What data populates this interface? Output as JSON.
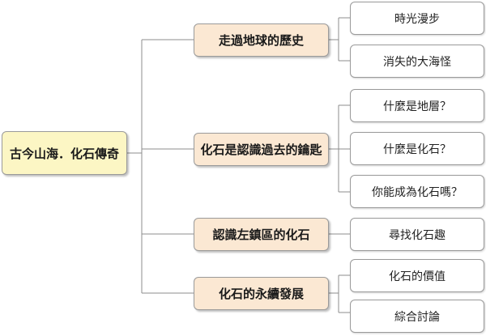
{
  "root": {
    "label": "古今山海．化石傳奇"
  },
  "branches": [
    {
      "label": "走過地球的歷史",
      "children": [
        "時光漫步",
        "消失的大海怪"
      ]
    },
    {
      "label": "化石是認識過去的鑰匙",
      "children": [
        "什麼是地層？",
        "什麼是化石？",
        "你能成為化石嗎？"
      ]
    },
    {
      "label": "認識左鎮區的化石",
      "children": [
        "尋找化石趣"
      ]
    },
    {
      "label": "化石的永續發展",
      "children": [
        "化石的價值",
        "綜合討論"
      ]
    }
  ]
}
